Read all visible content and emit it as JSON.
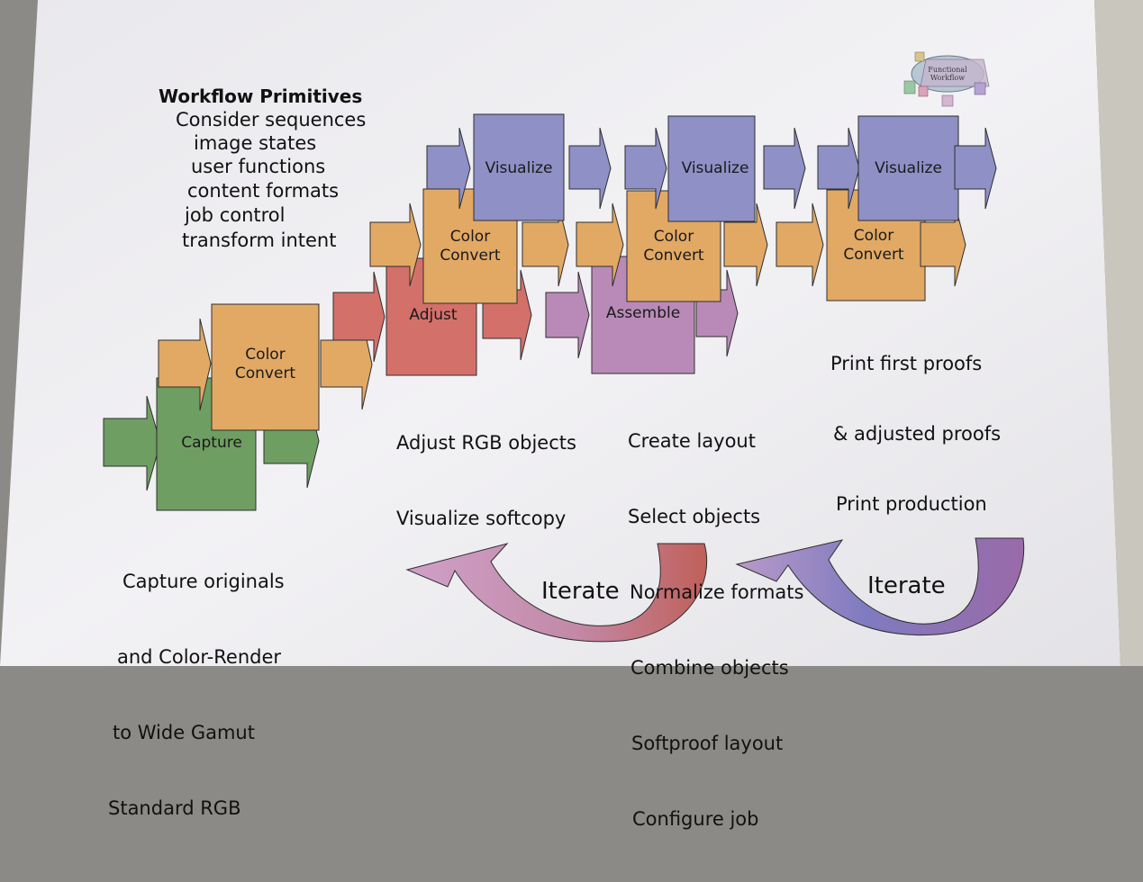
{
  "title": "Workflow Primitives",
  "primitives": [
    "Consider sequences",
    "image states",
    "user functions",
    "content formats",
    "job control",
    "transform intent"
  ],
  "stages": [
    {
      "id": "capture",
      "boxes": [
        "Capture",
        "Color\nConvert"
      ],
      "caption": [
        "Capture originals",
        "and Color-Render",
        "to Wide Gamut",
        "Standard RGB"
      ]
    },
    {
      "id": "adjust",
      "boxes": [
        "Adjust",
        "Color\nConvert",
        "Visualize"
      ],
      "caption": [
        "Adjust RGB objects",
        "Visualize softcopy"
      ]
    },
    {
      "id": "assemble",
      "boxes": [
        "Assemble",
        "Color\nConvert",
        "Visualize"
      ],
      "caption": [
        "Create layout",
        "Select objects",
        "Normalize formats",
        "Combine objects",
        "Softproof layout",
        "Configure job"
      ]
    },
    {
      "id": "print",
      "boxes": [
        "Color\nConvert",
        "Visualize"
      ],
      "caption": [
        "Print first proofs",
        "& adjusted proofs",
        "Print production"
      ]
    }
  ],
  "iterate_labels": [
    "Iterate",
    "Iterate"
  ],
  "logo": {
    "text": [
      "Functional",
      "Workflow"
    ]
  },
  "colors": {
    "capture": "#6f9e62",
    "color_convert": "#e2a965",
    "adjust": "#d3706a",
    "visualize": "#8e90c6",
    "assemble": "#b98ab8",
    "paper": "#eeedf0"
  }
}
